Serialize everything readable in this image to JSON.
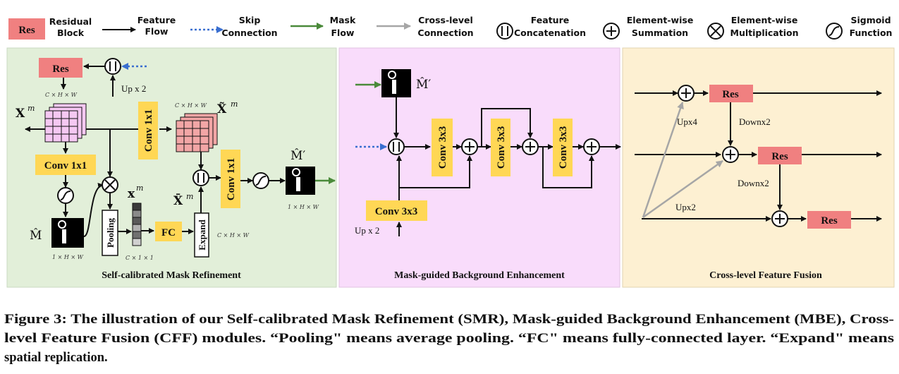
{
  "legend": {
    "res": "Res",
    "residual_l1": "Residual",
    "residual_l2": "Block",
    "feature_l1": "Feature",
    "feature_l2": "Flow",
    "skip_l1": "Skip",
    "skip_l2": "Connection",
    "mask_l1": "Mask",
    "mask_l2": "Flow",
    "cross_l1": "Cross-level",
    "cross_l2": "Connection",
    "concat_l1": "Feature",
    "concat_l2": "Concatenation",
    "sum_l1": "Element-wise",
    "sum_l2": "Summation",
    "mult_l1": "Element-wise",
    "mult_l2": "Multiplication",
    "sigmoid_l1": "Sigmoid",
    "sigmoid_l2": "Function"
  },
  "smr": {
    "title": "Self-calibrated Mask Refinement",
    "res": "Res",
    "up": "Up x 2",
    "conv_a": "Conv 1x1",
    "conv_b": "Conv 1x1",
    "conv_c": "Conv 1x1",
    "fc": "FC",
    "pooling": "Pooling",
    "expand": "Expand",
    "dim_cxhxw_1": "C × H × W",
    "dim_cxhxw_2": "C × H × W",
    "dim_cxhxw_3": "C × H × W",
    "dim_1xhxw_1": "1 × H × W",
    "dim_1xhxw_2": "1 × H × W",
    "dim_cx1x1": "C × 1 × 1",
    "xm": "X",
    "xm_sup": "m",
    "xtilde": "X̃",
    "xtilde_sup": "m",
    "xbar": "X̄",
    "xbar_sup": "m",
    "xsmall": "x",
    "xsmall_sup": "m",
    "mhat": "M̂",
    "mprime": "M̂′"
  },
  "mbe": {
    "title": "Mask-guided Background Enhancement",
    "mprime": "M̂′",
    "conv_a": "Conv 3x3",
    "conv_b": "Conv 3x3",
    "conv_c": "Conv 3x3",
    "conv_d": "Conv 3x3",
    "up": "Up x 2"
  },
  "cff": {
    "title": "Cross-level Feature Fusion",
    "res_a": "Res",
    "res_b": "Res",
    "res_c": "Res",
    "up4": "Upx4",
    "up2": "Upx2",
    "down_a": "Downx2",
    "down_b": "Downx2"
  },
  "caption": {
    "line1": "Figure 3: The illustration of our Self-calibrated Mask Refinement (SMR), Mask-guided Background Enhancement (MBE), Cross-",
    "line2": "level Feature Fusion (CFF) modules. “Pooling\" means average pooling. “FC\" means fully-connected layer. “Expand\" means",
    "line3": "spatial replication."
  },
  "colors": {
    "smr_bg": "#e2efd9",
    "mbe_bg": "#f9dcfb",
    "cff_bg": "#fdf0d2",
    "res_block": "#f08080",
    "conv_block": "#ffd755",
    "mask_flow": "#4a8a3a",
    "skip_connection": "#3a6fd0",
    "cross_level": "#a6a6a6"
  }
}
